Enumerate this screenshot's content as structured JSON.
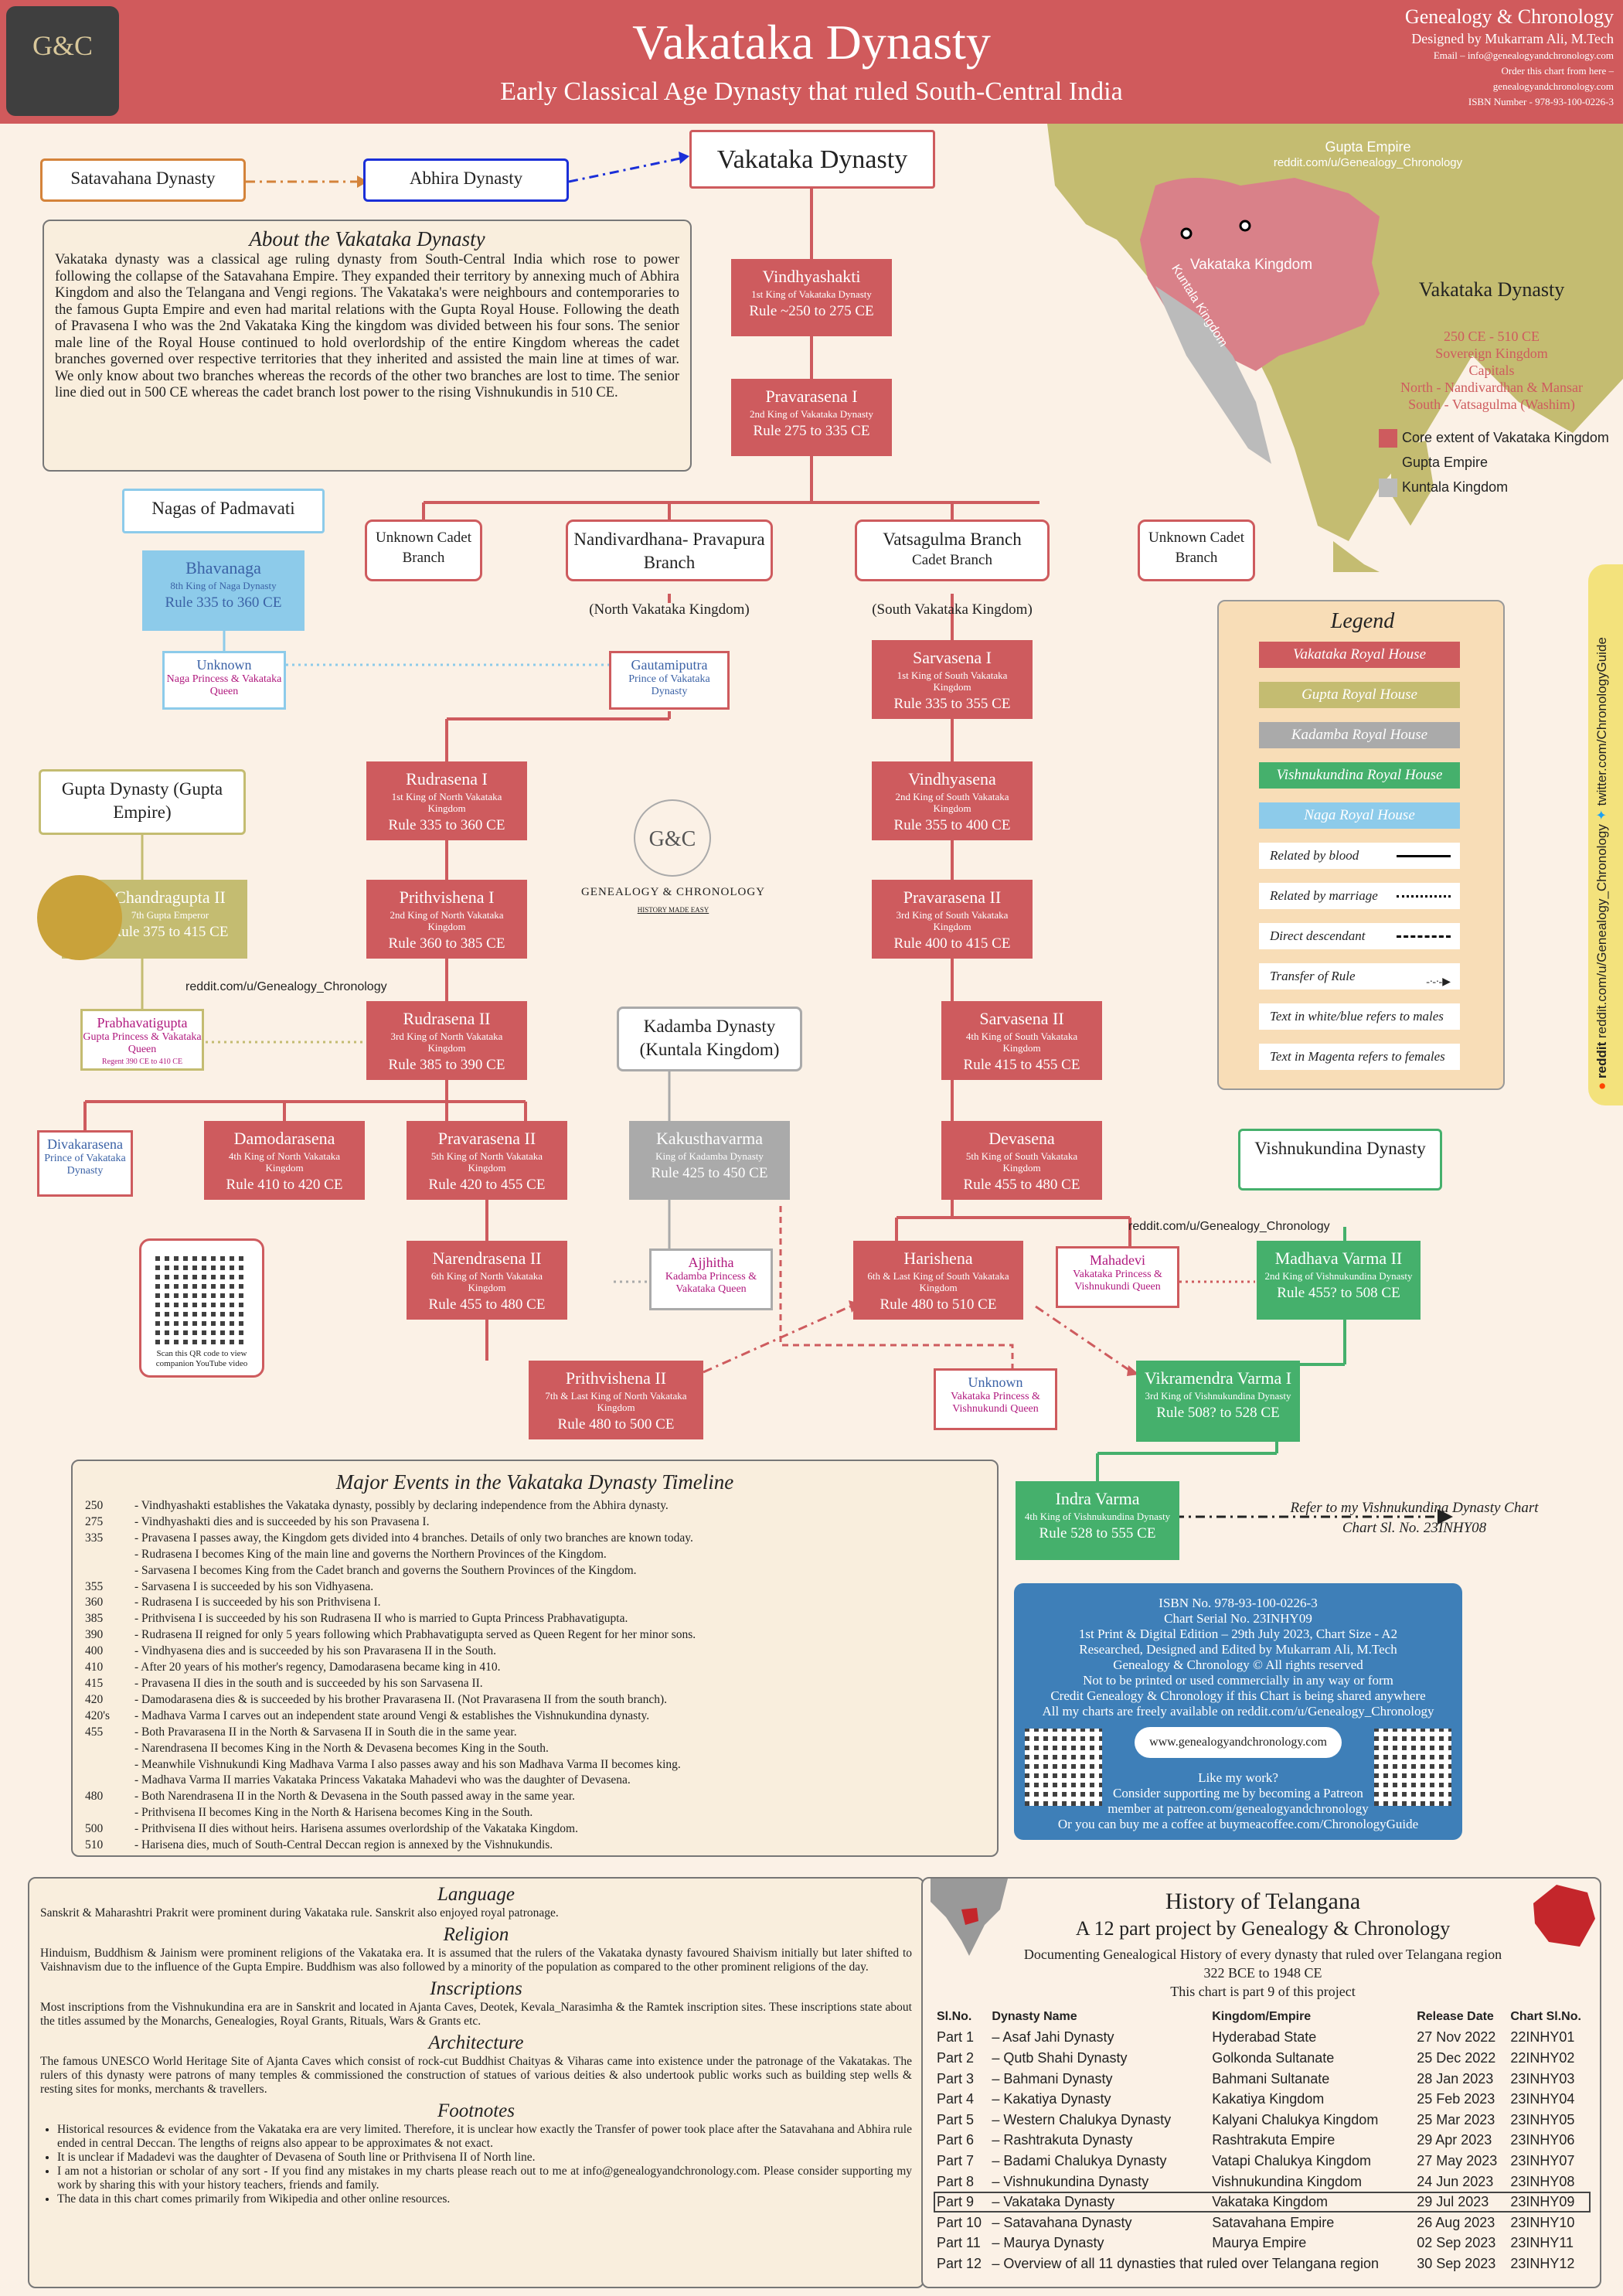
{
  "header": {
    "logo": "G&C",
    "title": "Vakataka Dynasty",
    "subtitle": "Early Classical Age Dynasty that ruled South-Central India",
    "brand": "Genealogy & Chronology",
    "designer": "Designed by Mukarram Ali, M.Tech",
    "email": "Email – info@genealogyandchronology.com",
    "order1": "Order this chart from here –",
    "order2": "genealogyandchronology.com",
    "isbn": "ISBN Number - 978-93-100-0226-3"
  },
  "top": {
    "satavahana": "Satavahana Dynasty",
    "abhira": "Abhira Dynasty",
    "vakataka": "Vakataka Dynasty"
  },
  "about": {
    "title": "About the Vakataka Dynasty",
    "text": "Vakataka dynasty was a classical age ruling dynasty from South-Central India which rose to power following the collapse of the Satavahana Empire. They expanded their territory by annexing much of Abhira Kingdom and also the Telangana and Vengi regions. The Vakataka's were neighbours and contemporaries to the famous Gupta Empire and even had marital relations with the Gupta Royal House. Following the death of Pravasena I who was the 2nd Vakataka King the kingdom was divided between his four sons. The senior male line of the Royal House continued to hold overlordship of the entire Kingdom whereas the cadet branches governed over respective territories that they inherited and assisted the main line at times of war. We only know about two branches whereas the records of the other two branches are lost to time. The senior line died out in 500 CE whereas the cadet branch lost power to the rising Vishnukundis in 510 CE."
  },
  "map": {
    "gupta": "Gupta Empire",
    "reddit": "reddit.com/u/Genealogy_Chronology",
    "vakataka_kingdom": "Vakataka Kingdom",
    "kuntala": "Kuntala Kingdom",
    "dyn": "Vakataka Dynasty",
    "period": "250 CE - 510 CE",
    "type": "Sovereign Kingdom",
    "capitals": "Capitals",
    "cap_n": "North - Nandivardhan & Mansar",
    "cap_s": "South - Vatsagulma (Washim)",
    "key1": "Core extent of Vakataka Kingdom",
    "key2": "Gupta Empire",
    "key3": "Kuntala Kingdom"
  },
  "nodes": {
    "vindhyashakti": {
      "name": "Vindhyashakti",
      "sub": "1st King of Vakataka Dynasty",
      "rule": "Rule ~250 to 275 CE"
    },
    "pravarasena1": {
      "name": "Pravarasena I",
      "sub": "2nd King of Vakataka Dynasty",
      "rule": "Rule 275 to 335 CE"
    },
    "unknown_l": "Unknown Cadet Branch",
    "nandi": "Nandivardhana- Pravapura Branch",
    "vatsa": "Vatsagulma Branch",
    "vatsa_sub": "Cadet Branch",
    "unknown_r": "Unknown Cadet Branch",
    "north_label": "(North Vakataka Kingdom)",
    "south_label": "(South Vakataka Kingdom)",
    "nagas": "Nagas of Padmavati",
    "bhavanaga": {
      "name": "Bhavanaga",
      "sub": "8th King of Naga Dynasty",
      "rule": "Rule 335 to 360 CE"
    },
    "naga_queen": {
      "name": "Unknown",
      "sub": "Naga Princess & Vakataka Queen"
    },
    "gautamiputra": {
      "name": "Gautamiputra",
      "sub": "Prince of Vakataka Dynasty"
    },
    "rudrasena1": {
      "name": "Rudrasena I",
      "sub": "1st King of North Vakataka Kingdom",
      "rule": "Rule 335 to 360 CE"
    },
    "prithvishena1": {
      "name": "Prithvishena I",
      "sub": "2nd King of North Vakataka Kingdom",
      "rule": "Rule 360 to 385 CE"
    },
    "rudrasena2": {
      "name": "Rudrasena II",
      "sub": "3rd King of North Vakataka Kingdom",
      "rule": "Rule 385 to 390 CE"
    },
    "damodarasena": {
      "name": "Damodarasena",
      "sub": "4th King of North Vakataka Kingdom",
      "rule": "Rule 410 to 420 CE"
    },
    "pravarasena2n": {
      "name": "Pravarasena II",
      "sub": "5th King of North Vakataka Kingdom",
      "rule": "Rule 420 to 455 CE"
    },
    "narendrasena2": {
      "name": "Narendrasena II",
      "sub": "6th King of North Vakataka Kingdom",
      "rule": "Rule 455 to 480 CE"
    },
    "prithvishena2": {
      "name": "Prithvishena II",
      "sub": "7th & Last King of North Vakataka Kingdom",
      "rule": "Rule 480 to 500 CE"
    },
    "divakarasena": {
      "name": "Divakarasena",
      "sub": "Prince of Vakataka Dynasty"
    },
    "gupta": "Gupta Dynasty (Gupta Empire)",
    "chandragupta2": {
      "name": "Chandragupta II",
      "sub": "7th Gupta Emperor",
      "rule": "Rule 375 to 415 CE"
    },
    "prabhavati": {
      "name": "Prabhavatigupta",
      "sub": "Gupta Princess & Vakataka Queen",
      "sub2": "Regent 390 CE to 410 CE"
    },
    "reddit1": "reddit.com/u/Genealogy_Chronology",
    "gc_logo": "G&C",
    "gc_text": "GENEALOGY & CHRONOLOGY",
    "gc_tag": "HISTORY MADE EASY",
    "kadamba": "Kadamba Dynasty (Kuntala Kingdom)",
    "kakusthavarma": {
      "name": "Kakusthavarma",
      "sub": "King of Kadamba Dynasty",
      "rule": "Rule 425 to 450 CE"
    },
    "ajjhitha": {
      "name": "Ajjhitha",
      "sub": "Kadamba Princess & Vakataka Queen"
    },
    "sarvasena1": {
      "name": "Sarvasena I",
      "sub": "1st King of South Vakataka Kingdom",
      "rule": "Rule 335 to 355 CE"
    },
    "vindhyasena": {
      "name": "Vindhyasena",
      "sub": "2nd King of South Vakataka Kingdom",
      "rule": "Rule 355 to 400 CE"
    },
    "pravarasena2s": {
      "name": "Pravarasena II",
      "sub": "3rd King of South Vakataka Kingdom",
      "rule": "Rule 400 to 415 CE"
    },
    "sarvasena2": {
      "name": "Sarvasena II",
      "sub": "4th King of South Vakataka Kingdom",
      "rule": "Rule 415 to 455 CE"
    },
    "devasena": {
      "name": "Devasena",
      "sub": "5th King of South Vakataka Kingdom",
      "rule": "Rule 455 to 480 CE"
    },
    "harishena": {
      "name": "Harishena",
      "sub": "6th & Last King of South Vakataka Kingdom",
      "rule": "Rule 480 to 510 CE"
    },
    "mahadevi": {
      "name": "Mahadevi",
      "sub": "Vakataka Princess & Vishnukundi Queen"
    },
    "unknown_q": {
      "name": "Unknown",
      "sub": "Vakataka Princess & Vishnukundi Queen"
    },
    "vishnu": "Vishnukundina Dynasty",
    "reddit2": "reddit.com/u/Genealogy_Chronology",
    "madhava": {
      "name": "Madhava Varma II",
      "sub": "2nd King of Vishnukundina Dynasty",
      "rule": "Rule 455? to 508 CE"
    },
    "vikramendra": {
      "name": "Vikramendra Varma I",
      "sub": "3rd King of Vishnukundina Dynasty",
      "rule": "Rule 508? to 528 CE"
    },
    "indra": {
      "name": "Indra Varma",
      "sub": "4th King of Vishnukundina Dynasty",
      "rule": "Rule 528 to 555 CE"
    },
    "refer1": "Refer to my Vishnukundina Dynasty Chart",
    "refer2": "Chart Sl. No. 23INHY08",
    "qr_caption": "Scan this QR code to view companion YouTube video"
  },
  "legend": {
    "title": "Legend",
    "items": [
      "Vakataka Royal House",
      "Gupta Royal House",
      "Kadamba Royal House",
      "Vishnukundina Royal House",
      "Naga Royal House"
    ],
    "colors": [
      "#ce5b5e",
      "#c4bc71",
      "#aaaaaa",
      "#45b06c",
      "#8dcbea"
    ],
    "lines": [
      "Related by blood",
      "Related by marriage",
      "Direct descendant",
      "Transfer of Rule",
      "Text in white/blue refers to males",
      "Text in Magenta refers to females"
    ]
  },
  "events": {
    "title": "Major Events in the Vakataka Dynasty Timeline",
    "rows": [
      [
        "250",
        "- Vindhyashakti establishes the Vakataka dynasty, possibly by declaring independence from the Abhira dynasty."
      ],
      [
        "275",
        "- Vindhyashakti dies and is succeeded by his son Pravasena I."
      ],
      [
        "335",
        "- Pravasena I passes away, the Kingdom gets divided into 4 branches. Details of only two branches are known today."
      ],
      [
        "",
        "- Rudrasena I becomes King of the main line and governs the Northern Provinces of the Kingdom."
      ],
      [
        "",
        "- Sarvasena I becomes King from the Cadet branch and governs the Southern Provinces of the Kingdom."
      ],
      [
        "355",
        "- Sarvasena I is succeeded by his son Vidhyasena."
      ],
      [
        "360",
        "- Rudrasena I is succeeded by his son Prithvisena I."
      ],
      [
        "385",
        "- Prithvisena I is succeeded by his son Rudrasena II who is married to Gupta Princess Prabhavatigupta."
      ],
      [
        "390",
        "- Rudrasena II reigned for only 5 years following which Prabhavatigupta served as Queen Regent for her minor sons."
      ],
      [
        "400",
        "- Vindhyasena dies and is succeeded by his son Pravarasena II in the South."
      ],
      [
        "410",
        "- After 20 years of his mother's regency, Damodarasena became king in 410."
      ],
      [
        "415",
        "- Pravasena II dies in the south and is succeeded by his son Sarvasena II."
      ],
      [
        "420",
        "- Damodarasena dies & is succeeded by his brother Pravarasena II. (Not Pravarasena II from the south branch)."
      ],
      [
        "420's",
        "- Madhava Varma I carves out an independent state around Vengi & establishes the Vishnukundina dynasty."
      ],
      [
        "455",
        "- Both Pravarasena II in the North & Sarvasena II in South die in the same year."
      ],
      [
        "",
        "- Narendrasena II becomes King in the North & Devasena becomes King in the South."
      ],
      [
        "",
        "- Meanwhile Vishnukundi King Madhava Varma I also passes away and his son Madhava Varma II becomes king."
      ],
      [
        "",
        "- Madhava Varma II marries Vakataka Princess Vakataka Mahadevi who was the daughter of Devasena."
      ],
      [
        "480",
        "- Both Narendrasena II in the North & Devasena in the South passed away in the same year."
      ],
      [
        "",
        "- Prithvisena II becomes King in the North & Harisena becomes King in the South."
      ],
      [
        "500",
        "- Prithvisena II dies without heirs. Harisena assumes overlordship of the Vakataka Kingdom."
      ],
      [
        "510",
        "- Harisena dies, much of South-Central Deccan region is annexed by the Vishnukundis."
      ]
    ]
  },
  "isbn": {
    "lines": [
      "ISBN No. 978-93-100-0226-3",
      "Chart Serial No. 23INHY09",
      "1st Print & Digital Edition – 29th July 2023, Chart Size - A2",
      "Researched, Designed and Edited by Mukarram Ali, M.Tech",
      "Genealogy & Chronology © All rights reserved",
      "Not to be printed or used commercially in any way or form",
      "Credit Genealogy & Chronology if this Chart is being shared anywhere",
      "All my charts are freely available on reddit.com/u/Genealogy_Chronology"
    ],
    "website": "www.genealogyandchronology.com",
    "like": "Like my work?",
    "support1": "Consider supporting me by becoming a Patreon",
    "support2": "member at patreon.com/genealogyandchronology",
    "support3": "Or you can buy me a coffee at buymeacoffee.com/ChronologyGuide"
  },
  "culture": {
    "sections": [
      {
        "title": "Language",
        "text": "Sanskrit & Maharashtri Prakrit were prominent during Vakataka rule. Sanskrit also enjoyed royal patronage."
      },
      {
        "title": "Religion",
        "text": "Hinduism, Buddhism & Jainism were prominent religions of the Vakataka era. It is assumed that the rulers of the Vakataka dynasty favoured Shaivism initially but later shifted to Vaishnavism due to the influence of the Gupta Empire. Buddhism was also followed by a minority of the population as compared to the other prominent religions of the day."
      },
      {
        "title": "Inscriptions",
        "text": "Most inscriptions from the Vishnukundina era are in Sanskrit and located in Ajanta Caves, Deotek, Kevala_Narasimha & the Ramtek inscription sites. These inscriptions state about the titles assumed by the Monarchs, Genealogies, Royal Grants, Rituals, Wars & Grants etc."
      },
      {
        "title": "Architecture",
        "text": "The famous UNESCO World Heritage Site of Ajanta Caves which consist of rock-cut Buddhist Chaityas & Viharas came into existence under the patronage of the Vakatakas. The rulers of this dynasty were patrons of many temples & commissioned the construction of statues of various deities & also undertook public works such as building step wells & resting sites for monks, merchants & travellers."
      }
    ],
    "footnotes_title": "Footnotes",
    "footnotes": [
      "Historical resources & evidence from the Vakataka era are very limited. Therefore, it is unclear how exactly the Transfer of power took place after the Satavahana and Abhira rule ended in central Deccan. The lengths of reigns also appear to be approximates & not exact.",
      "It is unclear if Madadevi was the daughter of Devasena of South line or Prithvisena II of North line.",
      "I am not a historian or scholar of any sort - If you find any mistakes in my charts please reach out to me at info@genealogyandchronology.com. Please consider supporting my work by sharing this with your history teachers, friends and family.",
      "The data in this chart comes primarily from Wikipedia and other online resources."
    ]
  },
  "history": {
    "title": "History of Telangana",
    "sub1": "A 12 part project by Genealogy & Chronology",
    "sub2": "Documenting Genealogical History of every dynasty that ruled over Telangana region",
    "sub3": "322 BCE to 1948 CE",
    "sub4": "This chart is part 9 of this project",
    "headers": [
      "Sl.No.",
      "Dynasty Name",
      "Kingdom/Empire",
      "Release Date",
      "Chart Sl.No."
    ],
    "rows": [
      [
        "Part 1",
        "– Asaf Jahi Dynasty",
        "Hyderabad State",
        "27 Nov 2022",
        "22INHY01"
      ],
      [
        "Part 2",
        "– Qutb Shahi Dynasty",
        "Golkonda Sultanate",
        "25 Dec 2022",
        "22INHY02"
      ],
      [
        "Part 3",
        "– Bahmani Dynasty",
        "Bahmani Sultanate",
        "28 Jan  2023",
        "23INHY03"
      ],
      [
        "Part 4",
        "– Kakatiya Dynasty",
        "Kakatiya Kingdom",
        "25 Feb  2023",
        "23INHY04"
      ],
      [
        "Part 5",
        "– Western Chalukya Dynasty",
        "Kalyani Chalukya Kingdom",
        "25 Mar  2023",
        "23INHY05"
      ],
      [
        "Part 6",
        "– Rashtrakuta Dynasty",
        "Rashtrakuta Empire",
        "29 Apr  2023",
        "23INHY06"
      ],
      [
        "Part 7",
        "– Badami Chalukya Dynasty",
        "Vatapi Chalukya Kingdom",
        "27 May 2023",
        "23INHY07"
      ],
      [
        "Part 8",
        "– Vishnukundina Dynasty",
        "Vishnukundina Kingdom",
        "24 Jun   2023",
        "23INHY08"
      ],
      [
        "Part 9",
        "– Vakataka Dynasty",
        "Vakataka Kingdom",
        "29 Jul    2023",
        "23INHY09"
      ],
      [
        "Part 10",
        "– Satavahana Dynasty",
        "Satavahana Empire",
        "26 Aug  2023",
        "23INHY10"
      ],
      [
        "Part 11",
        "– Maurya Dynasty",
        "Maurya Empire",
        "02 Sep  2023",
        "23INHY11"
      ],
      [
        "Part 12",
        "– Overview of all 11 dynasties that ruled over Telangana region",
        "",
        "30 Sep  2023",
        "23INHY12"
      ]
    ]
  },
  "sidebar": {
    "twitter": "twitter.com/ChronologyGuide",
    "reddit": "reddit",
    "reddit_user": "reddit.com/u/Genealogy_Chronology"
  }
}
